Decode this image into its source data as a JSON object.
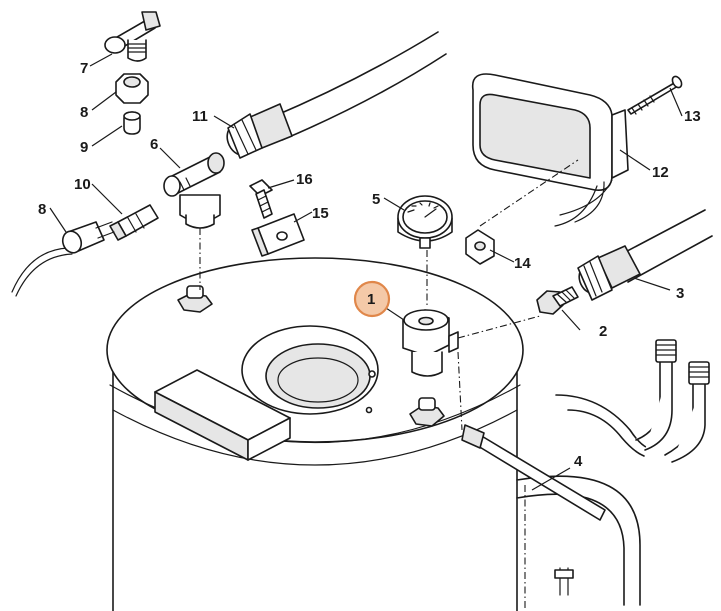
{
  "callouts": {
    "c1": "1",
    "c2": "2",
    "c3": "3",
    "c4": "4",
    "c5": "5",
    "c6": "6",
    "c7": "7",
    "c8a": "8",
    "c8b": "8",
    "c9": "9",
    "c10": "10",
    "c11": "11",
    "c12": "12",
    "c13": "13",
    "c14": "14",
    "c15": "15",
    "c16": "16"
  },
  "highlight": {
    "part": "1",
    "color": "#e0874a",
    "fill": "#f4c9a8"
  }
}
